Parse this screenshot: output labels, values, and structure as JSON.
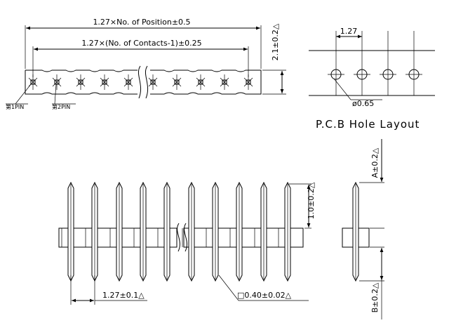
{
  "top_view": {
    "dim_position": "1.27×No. of Position±0.5",
    "dim_contacts": "1.27×(No. of Contacts-1)±0.25",
    "dim_height": "2.1±0.2△",
    "label_pin1": "第1PIN",
    "label_pin2": "第2PIN"
  },
  "pcb_layout": {
    "pitch": "1.27",
    "hole_diameter": "ø0.65",
    "title": "P.C.B Hole Layout"
  },
  "front_view": {
    "dim_pin_pitch": "1.27±0.1△",
    "dim_pin_square": "□0.40±0.02△",
    "dim_body_height": "1.0±0.2△"
  },
  "side_view": {
    "dim_a": "A±0.2△",
    "dim_b": "B±0.2△"
  }
}
